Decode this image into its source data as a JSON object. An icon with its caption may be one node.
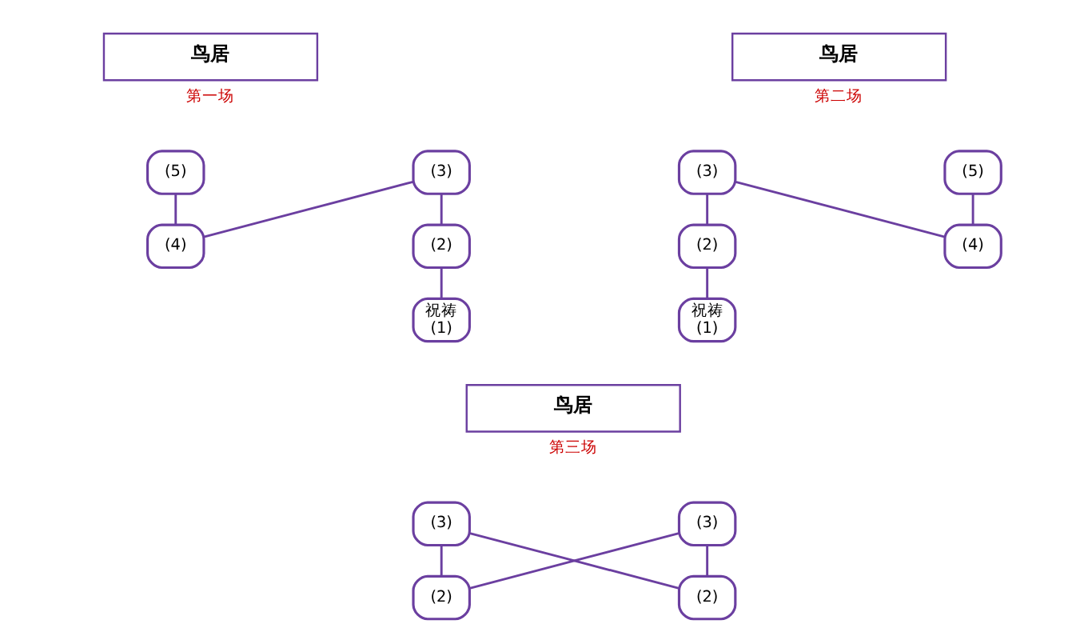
{
  "diagram": {
    "nodes": [
      {
        "text": [
          "鸟居"
        ],
        "beside": [
          "第一场"
        ]
      },
      {
        "text": [
          "(5)"
        ]
      },
      {
        "text": [
          "(3)"
        ]
      },
      {
        "text": [
          "(4)"
        ]
      },
      {
        "text": [
          "(2)"
        ]
      },
      {
        "text": [
          "祝祷 (1)"
        ]
      },
      {
        "text": [
          "鸟居"
        ],
        "beside": [
          "第二场"
        ]
      },
      {
        "text": [
          "(3)"
        ]
      },
      {
        "text": [
          "(5)"
        ]
      },
      {
        "text": [
          "(2)"
        ]
      },
      {
        "text": [
          "(4)"
        ]
      },
      {
        "text": [
          "祝祷 (1)"
        ]
      },
      {
        "text": [
          "鸟居"
        ],
        "beside": [
          "第三场"
        ]
      },
      {
        "text": [
          "(3)"
        ]
      },
      {
        "text": [
          "(3)"
        ]
      },
      {
        "text": [
          "(2)"
        ]
      },
      {
        "text": [
          "(2)"
        ]
      }
    ],
    "edges": [
      {
        "from": 1,
        "to": 3,
        "arrow": "none"
      },
      {
        "from": 2,
        "to": 3,
        "arrow": "none"
      },
      {
        "from": 2,
        "to": 4,
        "arrow": "none"
      },
      {
        "from": 4,
        "to": 5,
        "arrow": "none"
      },
      {
        "from": 7,
        "to": 9,
        "arrow": "none"
      },
      {
        "from": 7,
        "to": 10,
        "arrow": "none"
      },
      {
        "from": 8,
        "to": 10,
        "arrow": "none"
      },
      {
        "from": 9,
        "to": 11,
        "arrow": "none"
      },
      {
        "from": 13,
        "to": 15,
        "arrow": "none"
      },
      {
        "from": 13,
        "to": 16,
        "arrow": "none"
      },
      {
        "from": 14,
        "to": 15,
        "arrow": "none"
      },
      {
        "from": 14,
        "to": 16,
        "arrow": "none"
      }
    ]
  }
}
